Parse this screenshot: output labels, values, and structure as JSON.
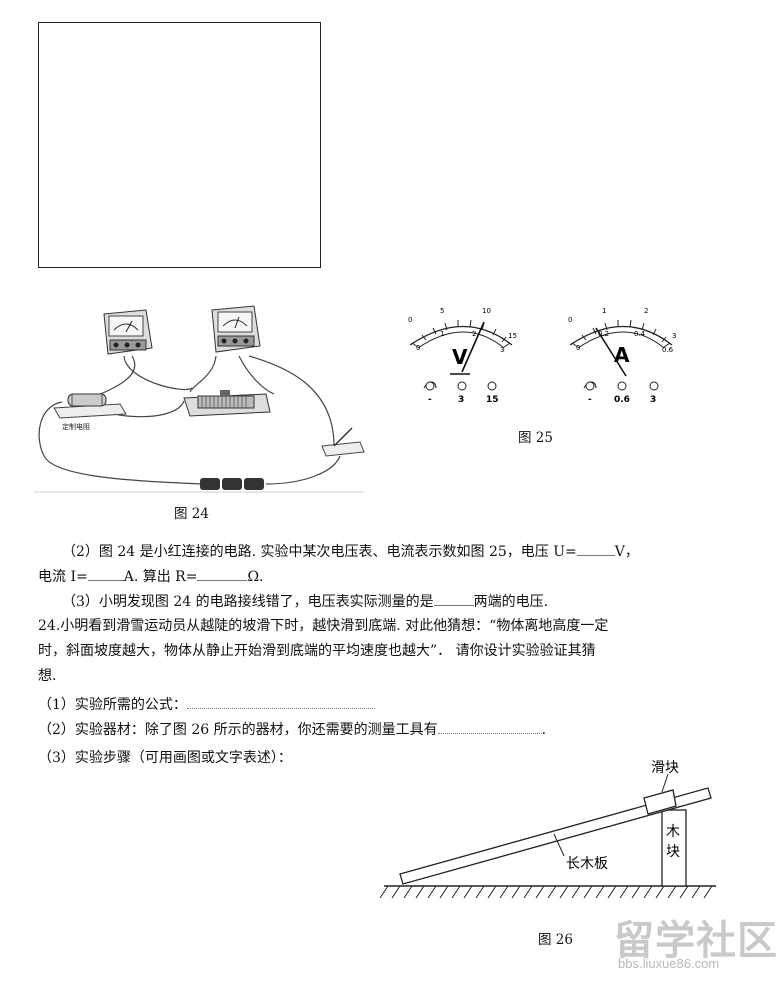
{
  "figures": {
    "fig24_caption": "图 24",
    "fig24_resistor_label": "定制电阻",
    "fig25_caption": "图 25",
    "fig26_caption": "图 26",
    "voltmeter": {
      "symbol": "V",
      "upper_scale": [
        "5",
        "10",
        "15"
      ],
      "lower_scale": [
        "0",
        "1",
        "2",
        "3"
      ],
      "terminals": [
        "-",
        "3",
        "15"
      ]
    },
    "ammeter": {
      "symbol": "A",
      "upper_scale": [
        "1",
        "2",
        "3"
      ],
      "lower_scale": [
        "0",
        "0.2",
        "0.4",
        "0.6"
      ],
      "terminals": [
        "-",
        "0.6",
        "3"
      ]
    },
    "fig26": {
      "slider": "滑块",
      "block": "木块",
      "board": "长木板"
    }
  },
  "text": {
    "p2_line1_a": "（2）图 24 是小红连接的电路. 实验中某次电压表、电流表示数如图 25，电压 U=",
    "p2_line1_b": "V，",
    "p2_line2_a": "电流 I=",
    "p2_line2_b": "A. 算出 R=",
    "p2_line2_c": "Ω.",
    "p3_a": "（3）小明发现图 24 的电路接线错了，电压表实际测量的是",
    "p3_b": "两端的电压.",
    "q24_line1": "24.小明看到滑雪运动员从越陡的坡滑下时，越快滑到底端. 对此他猜想：“物体离地高度一定",
    "q24_line2": "时，斜面坡度越大，物体从静止开始滑到底端的平均速度也越大”． 请你设计实验验证其猜",
    "q24_line3": "想.",
    "q24_1": "（1）实验所需的公式：",
    "q24_2_a": "（2）实验器材：除了图 26 所示的器材，你还需要的测量工具有",
    "q24_2_b": ".",
    "q24_3": "（3）实验步骤（可用画图或文字表述）："
  },
  "watermark": {
    "brand": "留学社区",
    "url": "bbs.liuxue86.com"
  }
}
